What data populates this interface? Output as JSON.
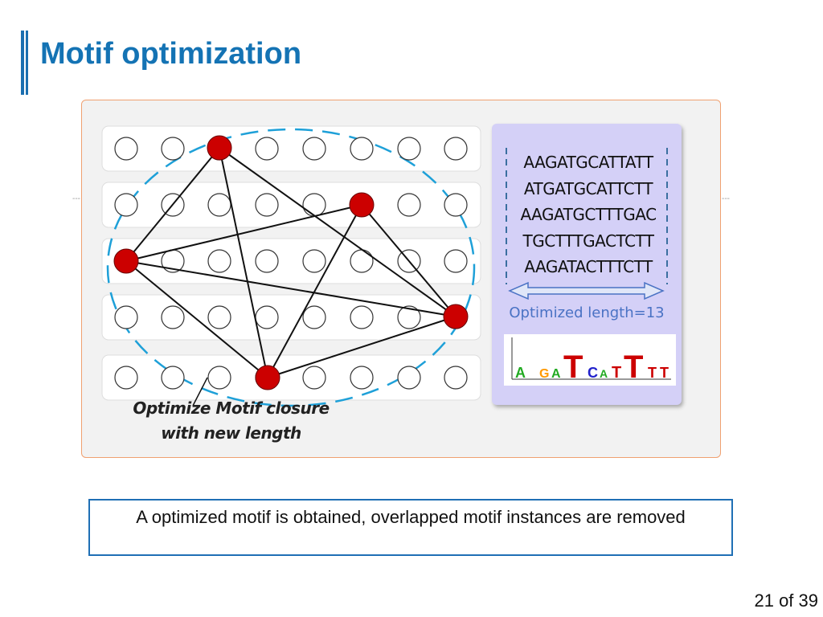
{
  "slide": {
    "title": "Motif optimization",
    "page": "21 of 39"
  },
  "figure": {
    "sequences": [
      "AAGATGCATTATT",
      "ATGATGCATTCTT",
      "AAGATGCTTTGAC",
      "TGCTTTGACTCTT",
      "AAGATACTTTCTT"
    ],
    "length_label": "Optimized length=13",
    "caption_line1": "Optimize Motif closure",
    "caption_line2": "with new length",
    "logo_letters": "AGATCATTT",
    "colors": {
      "node": "#cc0000",
      "ellipse": "#1ea0d8",
      "panel_border": "#f0a070",
      "seq_bg": "#d4d0f7"
    }
  },
  "note": {
    "text": "A optimized motif is obtained, overlapped motif instances are removed"
  }
}
